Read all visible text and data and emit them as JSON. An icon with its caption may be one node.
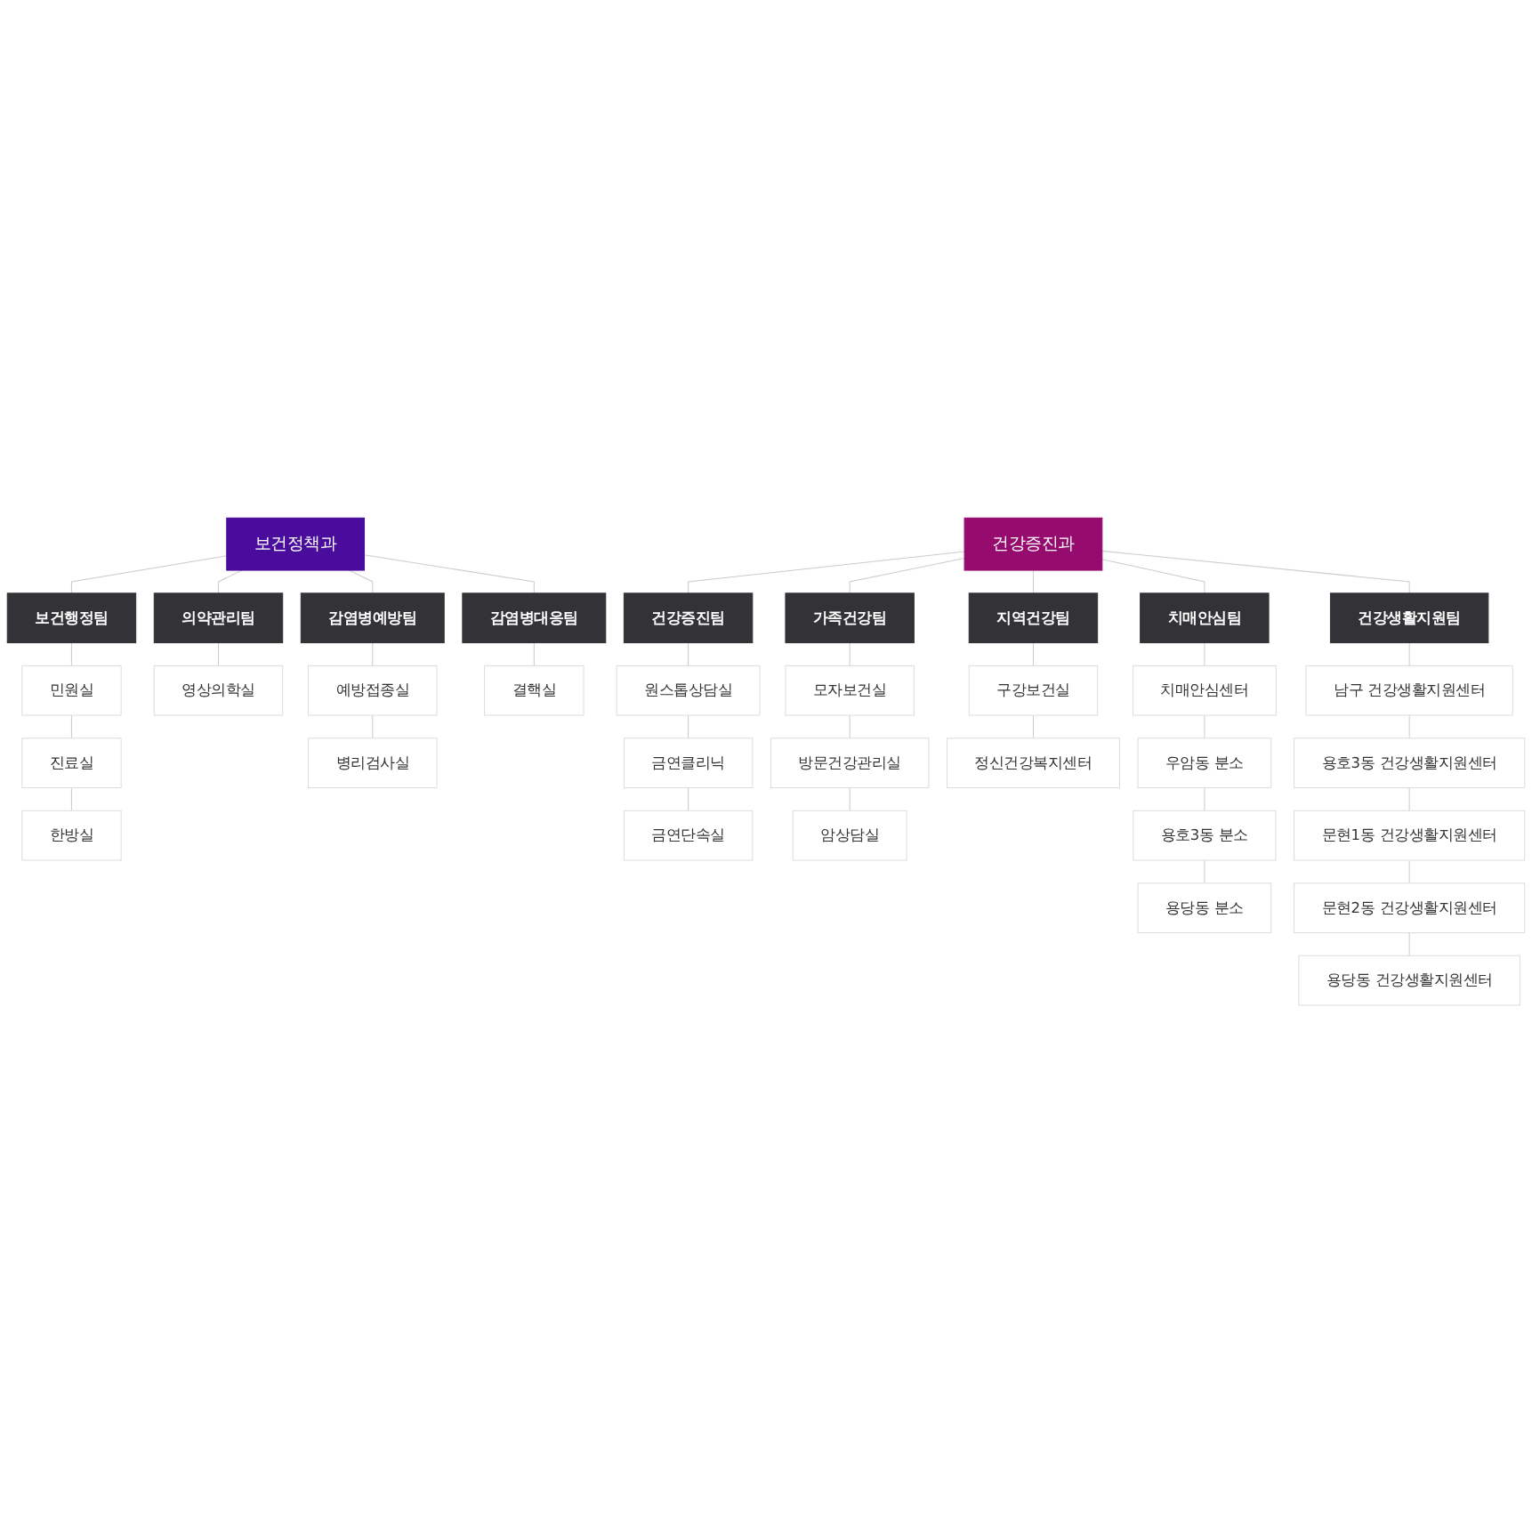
{
  "diagram": {
    "nodes": [
      {
        "text": [
          "보건정책과"
        ]
      },
      {
        "text": [
          "보건행정팀"
        ]
      },
      {
        "text": [
          "민원실"
        ]
      },
      {
        "text": [
          "진료실"
        ]
      },
      {
        "text": [
          "한방실"
        ]
      },
      {
        "text": [
          "의약관리팀"
        ]
      },
      {
        "text": [
          "영상의학실"
        ]
      },
      {
        "text": [
          "감염병예방팀"
        ]
      },
      {
        "text": [
          "예방접종실"
        ]
      },
      {
        "text": [
          "병리검사실"
        ]
      },
      {
        "text": [
          "감염병대응팀"
        ]
      },
      {
        "text": [
          "결핵실"
        ]
      },
      {
        "text": [
          "건강증진과"
        ]
      },
      {
        "text": [
          "건강증진팀"
        ]
      },
      {
        "text": [
          "원스톱상담실"
        ]
      },
      {
        "text": [
          "금연클리닉"
        ]
      },
      {
        "text": [
          "금연단속실"
        ]
      },
      {
        "text": [
          "가족건강팀"
        ]
      },
      {
        "text": [
          "모자보건실"
        ]
      },
      {
        "text": [
          "방문건강관리실"
        ]
      },
      {
        "text": [
          "암상담실"
        ]
      },
      {
        "text": [
          "지역건강팀"
        ]
      },
      {
        "text": [
          "구강보건실"
        ]
      },
      {
        "text": [
          "정신건강복지센터"
        ]
      },
      {
        "text": [
          "치매안심팀"
        ]
      },
      {
        "text": [
          "치매안심센터"
        ]
      },
      {
        "text": [
          "우암동 분소"
        ]
      },
      {
        "text": [
          "용호3동 분소"
        ]
      },
      {
        "text": [
          "용당동 분소"
        ]
      },
      {
        "text": [
          "건강생활지원팀"
        ]
      },
      {
        "text": [
          "남구 건강생활지원센터"
        ]
      },
      {
        "text": [
          "용호3동 건강생활지원센터"
        ]
      },
      {
        "text": [
          "문현1동 건강생활지원센터"
        ]
      },
      {
        "text": [
          "문현2동 건강생활지원센터"
        ]
      },
      {
        "text": [
          "용당동 건강생활지원센터"
        ]
      }
    ],
    "edges": [
      {
        "from": 0,
        "to": 1,
        "arrow": "none"
      },
      {
        "from": 1,
        "to": 2,
        "arrow": "none"
      },
      {
        "from": 2,
        "to": 3,
        "arrow": "none"
      },
      {
        "from": 3,
        "to": 4,
        "arrow": "none"
      },
      {
        "from": 0,
        "to": 5,
        "arrow": "none"
      },
      {
        "from": 5,
        "to": 6,
        "arrow": "none"
      },
      {
        "from": 0,
        "to": 7,
        "arrow": "none"
      },
      {
        "from": 7,
        "to": 8,
        "arrow": "none"
      },
      {
        "from": 8,
        "to": 9,
        "arrow": "none"
      },
      {
        "from": 0,
        "to": 10,
        "arrow": "none"
      },
      {
        "from": 10,
        "to": 11,
        "arrow": "none"
      },
      {
        "from": 12,
        "to": 13,
        "arrow": "none"
      },
      {
        "from": 13,
        "to": 14,
        "arrow": "none"
      },
      {
        "from": 14,
        "to": 15,
        "arrow": "none"
      },
      {
        "from": 15,
        "to": 16,
        "arrow": "none"
      },
      {
        "from": 12,
        "to": 17,
        "arrow": "none"
      },
      {
        "from": 17,
        "to": 18,
        "arrow": "none"
      },
      {
        "from": 18,
        "to": 19,
        "arrow": "none"
      },
      {
        "from": 19,
        "to": 20,
        "arrow": "none"
      },
      {
        "from": 12,
        "to": 21,
        "arrow": "none"
      },
      {
        "from": 21,
        "to": 22,
        "arrow": "none"
      },
      {
        "from": 22,
        "to": 23,
        "arrow": "none"
      },
      {
        "from": 12,
        "to": 24,
        "arrow": "none"
      },
      {
        "from": 24,
        "to": 25,
        "arrow": "none"
      },
      {
        "from": 25,
        "to": 26,
        "arrow": "none"
      },
      {
        "from": 26,
        "to": 27,
        "arrow": "none"
      },
      {
        "from": 27,
        "to": 28,
        "arrow": "none"
      },
      {
        "from": 12,
        "to": 29,
        "arrow": "none"
      },
      {
        "from": 29,
        "to": 30,
        "arrow": "none"
      },
      {
        "from": 30,
        "to": 31,
        "arrow": "none"
      },
      {
        "from": 31,
        "to": 32,
        "arrow": "none"
      },
      {
        "from": 32,
        "to": 33,
        "arrow": "none"
      },
      {
        "from": 33,
        "to": 34,
        "arrow": "none"
      }
    ]
  }
}
